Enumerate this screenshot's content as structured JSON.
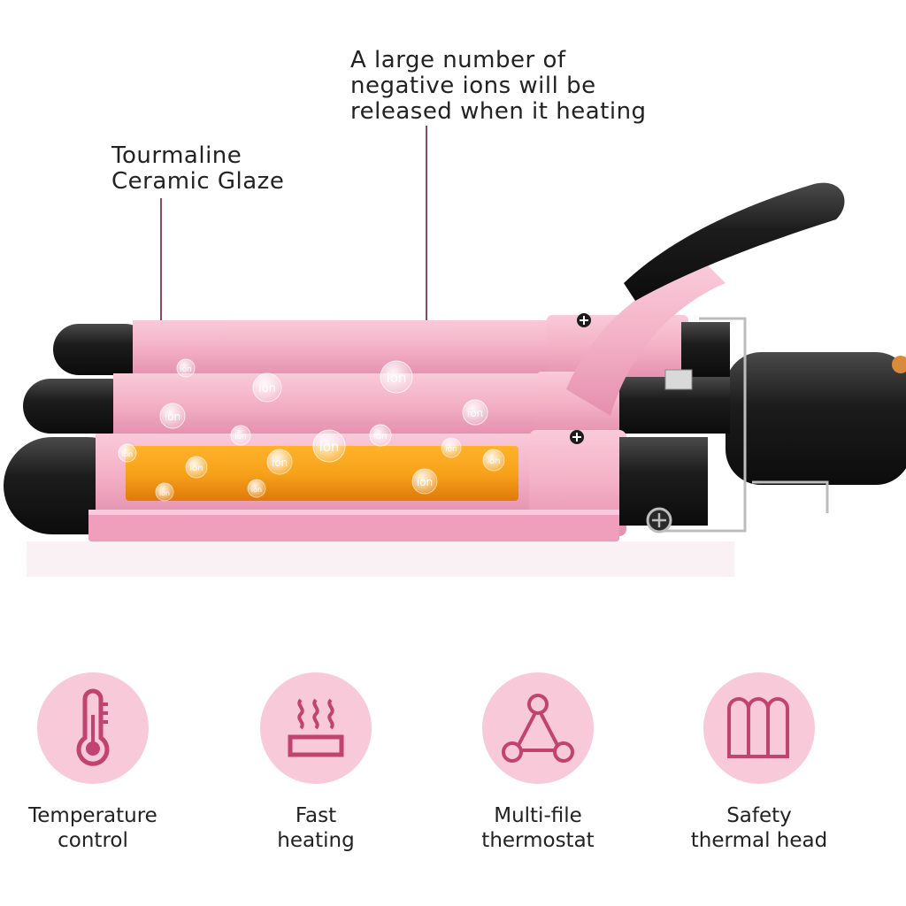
{
  "callouts": {
    "ions": "A large number of\nnegative ions will be\nreleased when it heating",
    "glaze": "Tourmaline\nCeramic Glaze"
  },
  "ion_bubble_text": "ion",
  "features": [
    {
      "icon": "thermometer-icon",
      "label": "Temperature\ncontrol"
    },
    {
      "icon": "heat-waves-icon",
      "label": "Fast\nheating"
    },
    {
      "icon": "triangle-nodes-icon",
      "label": "Multi-file\nthermostat"
    },
    {
      "icon": "triple-barrel-icon",
      "label": "Safety\nthermal head"
    }
  ],
  "colors": {
    "barrel_pink": "#f4b3c8",
    "icon_circle": "#f8c9d8",
    "icon_stroke": "#c0446f",
    "handle_black": "#1c1c1c",
    "heating_orange": "#f7a21b",
    "leader_line": "#8a4a63"
  }
}
